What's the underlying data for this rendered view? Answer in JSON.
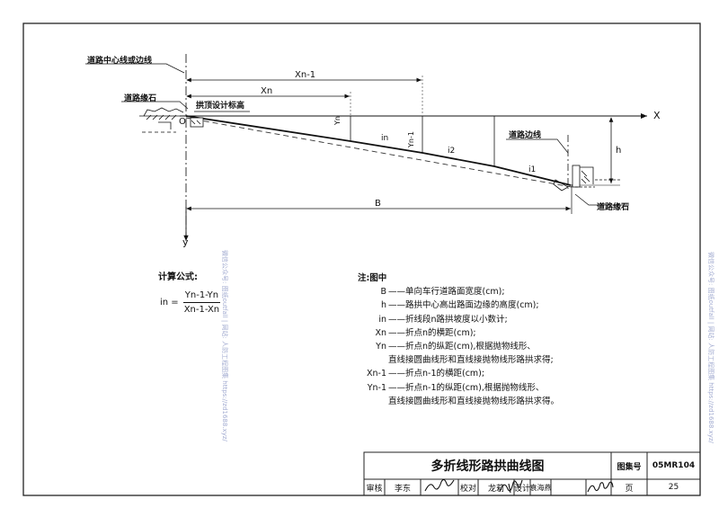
{
  "diagram": {
    "labels": {
      "centerline": "道路中心线或边线",
      "curb_left": "道路缘石",
      "crown_height": "拱顶设计标高",
      "origin": "O",
      "x_axis": "X",
      "y_axis": "y",
      "x_n_minus_1": "Xn-1",
      "x_n": "Xn",
      "y_n": "Yn",
      "y_n_minus_1": "Yn-1",
      "i_n": "in",
      "i_2": "i2",
      "i_1": "i1",
      "road_edge": "道路边线",
      "h": "h",
      "b": "B",
      "curb_right": "道路缘石"
    }
  },
  "formula": {
    "title": "计算公式:",
    "lhs": "in =",
    "numerator": "Yn-1-Yn",
    "denominator": "Xn-1-Xn"
  },
  "notes": {
    "title": "注:图中",
    "items": [
      {
        "sym": "B",
        "text": "——单向车行道路面宽度(cm);"
      },
      {
        "sym": "h",
        "text": "——路拱中心高出路面边缘的高度(cm);"
      },
      {
        "sym": "in",
        "text": "——折线段n路拱坡度以小数计;"
      },
      {
        "sym": "Xn",
        "text": "——折点n的横距(cm);"
      },
      {
        "sym": "Yn",
        "text": "——折点n的纵距(cm),根据抛物线形、"
      }
    ],
    "cont1": "直线接圆曲线形和直线接抛物线形路拱求得;",
    "items2": [
      {
        "sym": "Xn-1",
        "text": "——折点n-1的横距(cm);"
      },
      {
        "sym": "Yn-1",
        "text": "——折点n-1的纵距(cm),根据抛物线形、"
      }
    ],
    "cont2": "直线接圆曲线形和直线接抛物线形路拱求得。"
  },
  "title_block": {
    "title": "多折线形路拱曲线图",
    "atlas_label": "图集号",
    "atlas_no": "05MR104",
    "review_label": "审核",
    "reviewer": "李东",
    "check_label": "校对",
    "checker": "龙莉",
    "design_label": "设计",
    "designer": "袁海燕",
    "page_label": "页",
    "page_no": "25"
  },
  "side_text": {
    "left": "微信公众号: 图纸outfall | 网站: 人防工程图集 https://zd1688.xyz/",
    "right": "微信公众号: 图纸outfall | 网站: 人防工程图集 https://zd1688.xyz/"
  }
}
